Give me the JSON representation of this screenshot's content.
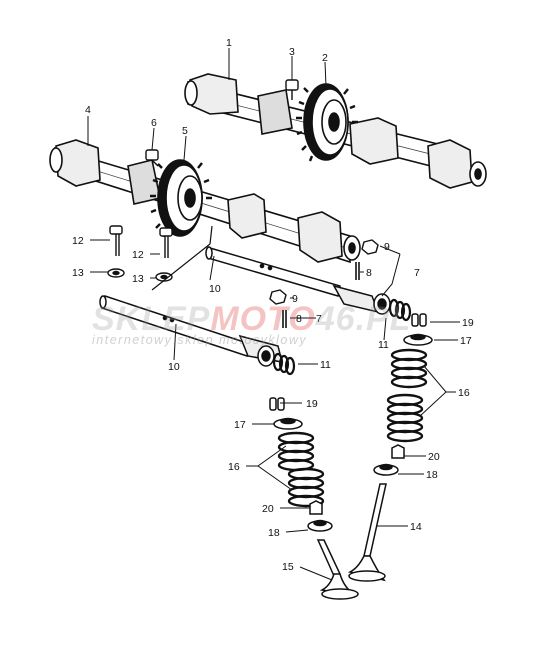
{
  "watermark": {
    "brand_left": "SKLEP",
    "brand_accent": "MOTO",
    "brand_num": "46",
    "brand_tld": ".PL",
    "tagline": "internetowy sklep motocyklowy"
  },
  "callouts": {
    "c1": "1",
    "c2": "2",
    "c3": "3",
    "c4": "4",
    "c5": "5",
    "c6": "6",
    "c7a": "7",
    "c7b": "7",
    "c8a": "8",
    "c8b": "8",
    "c9a": "9",
    "c9b": "9",
    "c10a": "10",
    "c10b": "10",
    "c11a": "11",
    "c11b": "11",
    "c12a": "12",
    "c12b": "12",
    "c13a": "13",
    "c13b": "13",
    "c14": "14",
    "c15": "15",
    "c16a": "16",
    "c16b": "16",
    "c17a": "17",
    "c17b": "17",
    "c18a": "18",
    "c18b": "18",
    "c19a": "19",
    "c19b": "19",
    "c20a": "20",
    "c20b": "20"
  }
}
